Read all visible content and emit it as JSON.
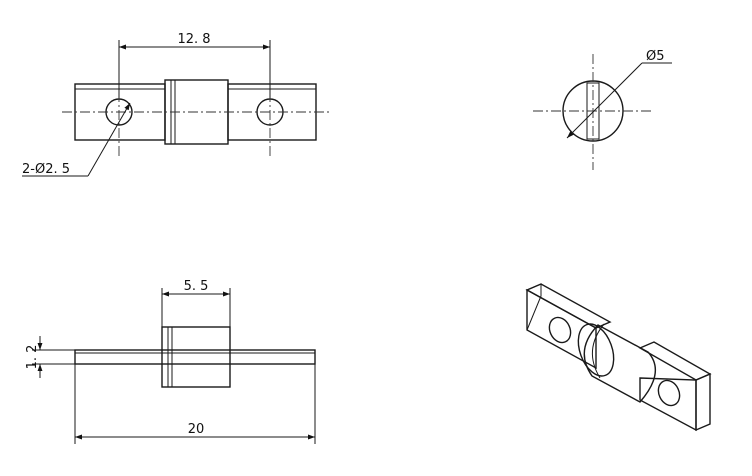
{
  "dimensions": {
    "hole_spacing": "12. 8",
    "hole_callout": "2-Ø2. 5",
    "end_view_diameter": "Ø5",
    "body_length": "5. 5",
    "lead_thickness": "1. 2",
    "overall_length": "20"
  },
  "colors": {
    "part_light": "#ececec",
    "part_mid": "#d4d4d4",
    "part_dark": "#9a9a9a",
    "line": "#1a1a1a"
  }
}
